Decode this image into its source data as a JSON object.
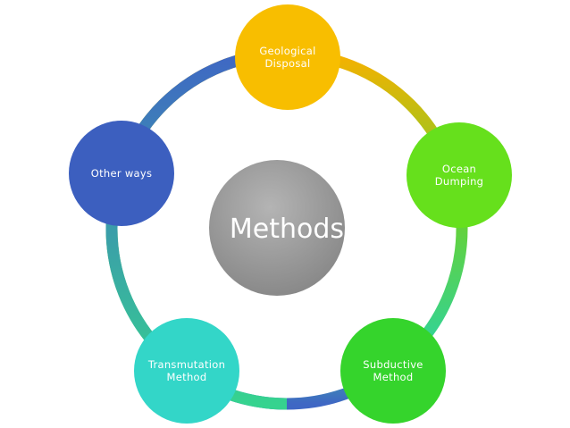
{
  "diagram": {
    "center": {
      "label": "Methods",
      "color": "#959595"
    },
    "ring_colors": [
      "#f6b100",
      "#6ad12f",
      "#36d38f",
      "#3f67c4"
    ],
    "nodes": [
      {
        "lines": [
          "Geological",
          "Disposal"
        ],
        "color": "#f8be00"
      },
      {
        "lines": [
          "Ocean",
          "Dumping"
        ],
        "color": "#66e01c"
      },
      {
        "lines": [
          "Subductive",
          "Method"
        ],
        "color": "#35d42c"
      },
      {
        "lines": [
          "Transmutation",
          "Method"
        ],
        "color": "#33d6c8"
      },
      {
        "lines": [
          "Other ways"
        ],
        "color": "#3c5fbf"
      }
    ]
  }
}
